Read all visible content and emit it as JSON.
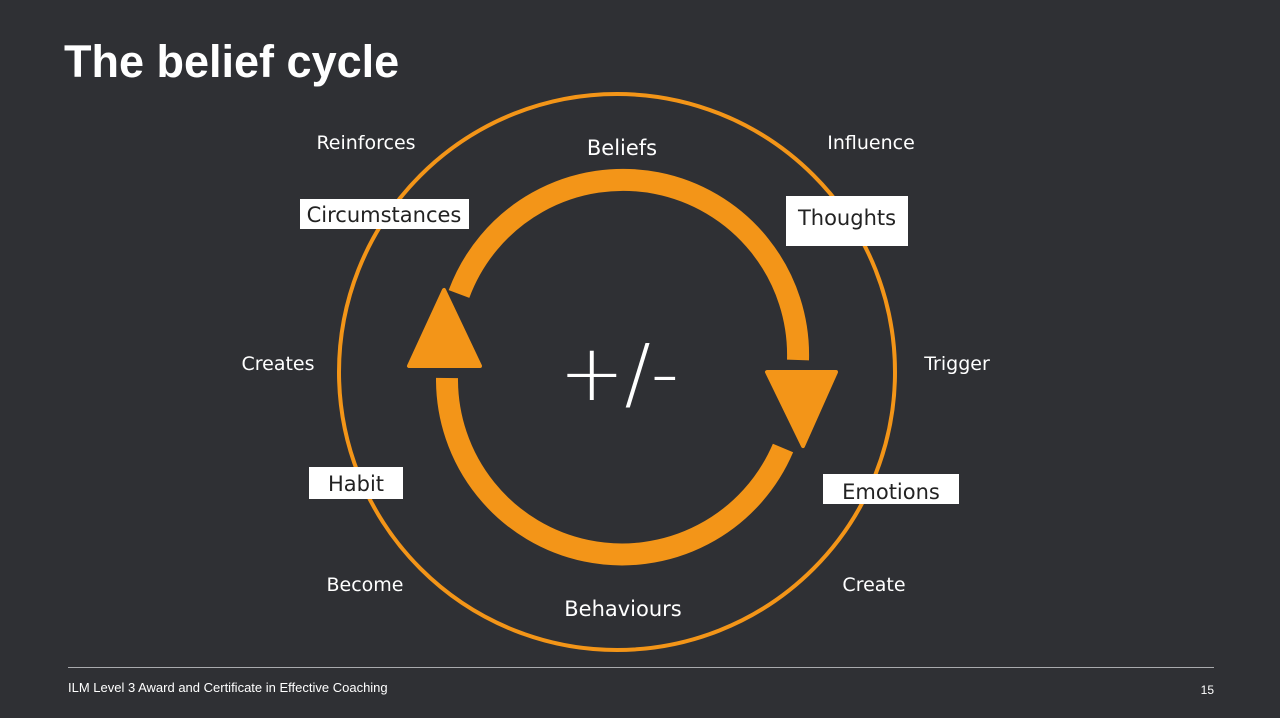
{
  "slide": {
    "title": "The belief cycle",
    "footer": "ILM Level 3 Award and Certificate in Effective Coaching",
    "page_number": "15"
  },
  "diagram": {
    "center_symbol": "+/-",
    "stages": {
      "top": "Beliefs",
      "bottom": "Behaviours"
    },
    "boxed_stages": {
      "thoughts": "Thoughts",
      "emotions": "Emotions",
      "habit": "Habit",
      "circumstances": "Circumstances"
    },
    "connectors": {
      "influence": "Influence",
      "trigger": "Trigger",
      "create": "Create",
      "become": "Become",
      "creates": "Creates",
      "reinforces": "Reinforces"
    }
  },
  "colors": {
    "background": "#2f3034",
    "accent": "#f39518",
    "text": "#ffffff",
    "box_fill": "#ffffff",
    "box_text": "#222222"
  }
}
